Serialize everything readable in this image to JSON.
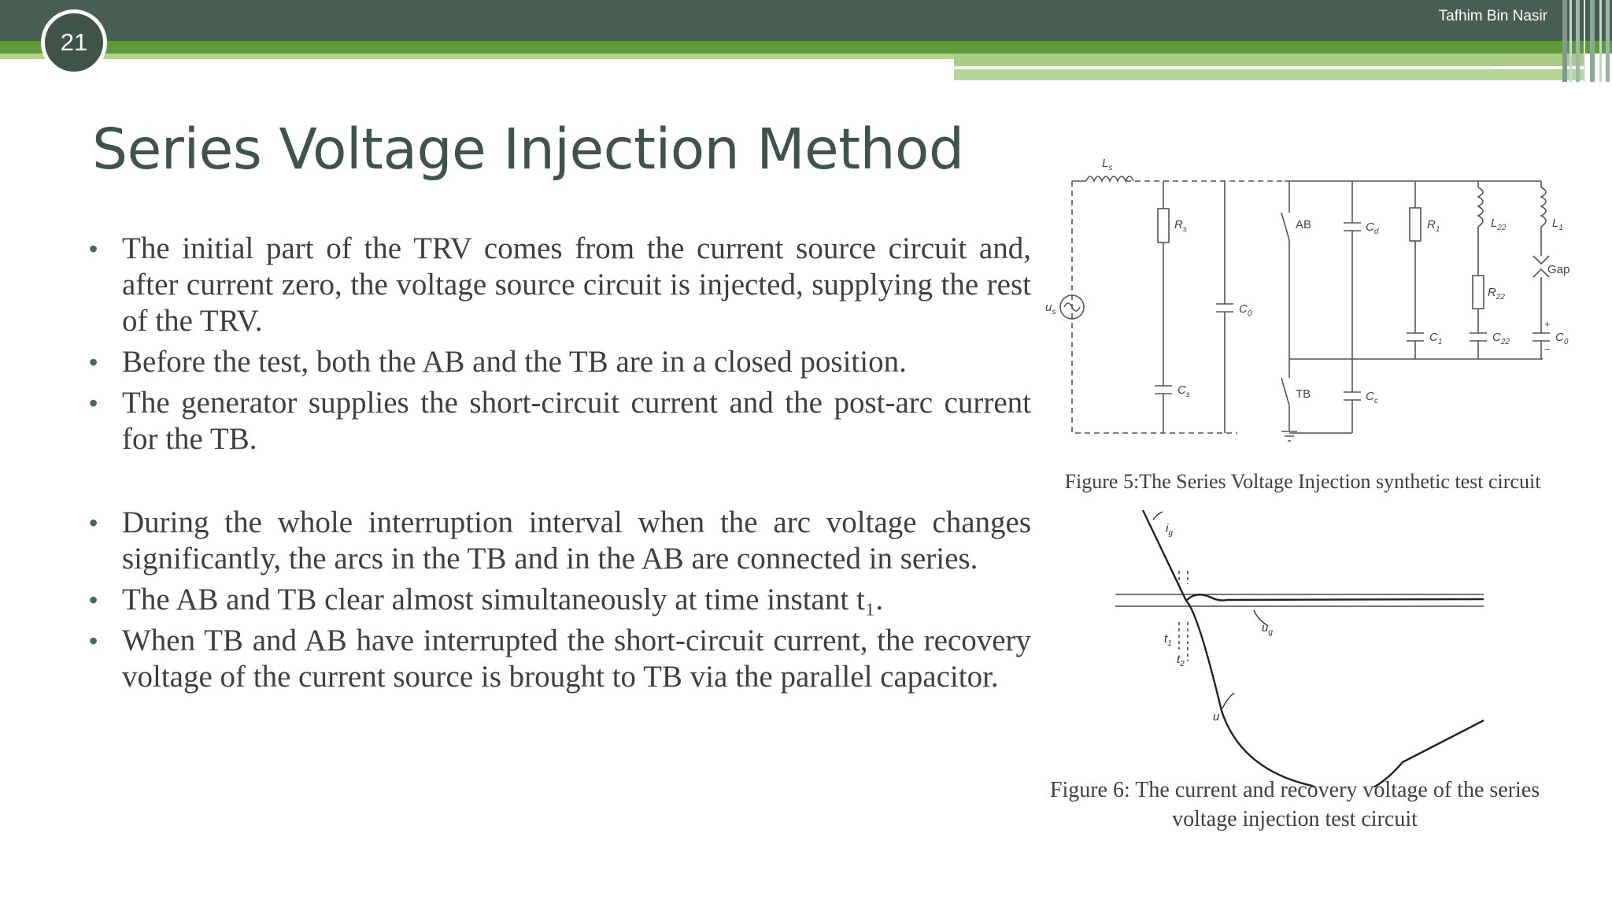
{
  "header": {
    "author": "Tafhim Bin Nasir",
    "slide_number": "21",
    "colors": {
      "dark": "#475e53",
      "green": "#5f9b3b",
      "light_green": "#b4d38f"
    }
  },
  "title": "Series Voltage Injection Method",
  "bullets_group1": [
    "The initial part of the TRV comes from the current source circuit and, after current zero, the voltage source circuit is injected, supplying the rest of the TRV.",
    "Before the test, both the AB and the TB are in a closed position.",
    "The generator supplies the short-circuit current and the post-arc current for the TB."
  ],
  "bullets_group2": [
    "During the whole interruption interval when the arc voltage changes significantly, the arcs in the TB and in the AB are connected in series.",
    "The AB and TB clear almost simultaneously at time instant t₁.",
    "When TB and AB have interrupted the short-circuit current, the recovery voltage of the current source is brought to TB via the parallel capacitor."
  ],
  "figure5": {
    "caption": "Figure 5:The Series Voltage Injection synthetic test circuit",
    "labels": {
      "Ls": "L",
      "Ls_sub": "s",
      "Rs": "R",
      "Rs_sub": "s",
      "Cs": "C",
      "Cs_sub": "s",
      "Co_mid": "C",
      "Co_mid_sub": "0",
      "us": "u",
      "us_sub": "s",
      "AB": "AB",
      "TB": "TB",
      "Cd": "C",
      "Cd_sub": "d",
      "Cc": "C",
      "Cc_sub": "c",
      "R1": "R",
      "R1_sub": "1",
      "C1": "C",
      "C1_sub": "1",
      "L22": "L",
      "L22_sub": "22",
      "R22": "R",
      "R22_sub": "22",
      "C22": "C",
      "C22_sub": "22",
      "L1": "L",
      "L1_sub": "1",
      "Gap": "Gap",
      "Co_right": "C",
      "Co_right_sub": "0",
      "plus": "+",
      "minus": "−"
    }
  },
  "figure6": {
    "caption": "Figure 6: The current and recovery voltage of the series voltage injection test circuit",
    "labels": {
      "ig": "i",
      "ig_sub": "g",
      "ug": "u",
      "ug_sub": "g",
      "u": "u",
      "t1": "t",
      "t1_sub": "1",
      "t2": "t",
      "t2_sub": "2"
    }
  }
}
